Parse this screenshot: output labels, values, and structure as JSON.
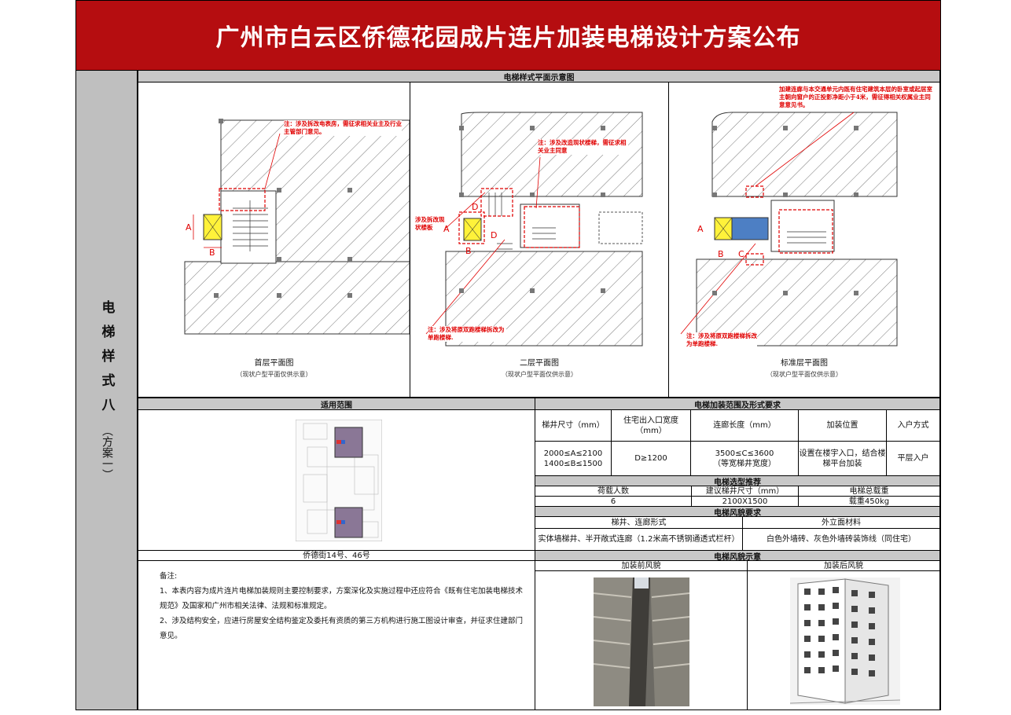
{
  "title": "广州市白云区侨德花园成片连片加装电梯设计方案公布",
  "sidebar": {
    "label_main": "电梯样式八",
    "label_sub": "（方案一）"
  },
  "plan_section": {
    "header": "电梯样式平面示意图",
    "panels": [
      {
        "title": "首层平面图",
        "subtitle": "（现状户型平面仅供示意）",
        "note_top": "注：涉及拆改电表房，需征求相关业主及行业主管部门意见。"
      },
      {
        "title": "二层平面图",
        "subtitle": "（现状户型平面仅供示意）",
        "note_top": "注：涉及改造现状楼梯，需征求相关业主同意",
        "note_left": "涉及拆改现状楼板",
        "note_bottom": "注：涉及将原双跑楼梯拆改为单跑楼梯."
      },
      {
        "title": "标准层平面图",
        "subtitle": "（现状户型平面仅供示意）",
        "note_top": "加建连廊与本交通单元内既有住宅建筑本层的卧室或起居室主朝向窗户的正投影净距小于4米，需征得相关权属业主同意意见书。",
        "note_bottom": "注：涉及将原双跑楼梯拆改为单跑楼梯."
      }
    ],
    "dim_labels": {
      "a": "A",
      "b": "B",
      "c": "C",
      "d": "D"
    }
  },
  "scope": {
    "header": "适用范围",
    "address": "侨德街14号、46号"
  },
  "requirements": {
    "header": "电梯加装范围及形式要求",
    "columns": [
      "梯井尺寸（mm）",
      "住宅出入口宽度（mm）",
      "连廊长度（mm）",
      "加装位置",
      "入户方式"
    ],
    "row": [
      "2000≤A≤2100\n1400≤B≤1500",
      "D≥1200",
      "3500≤C≤3600\n（等宽梯井宽度）",
      "设置在楼宇入口，结合楼梯平台加装",
      "平层入户"
    ]
  },
  "selection": {
    "header": "电梯选型推荐",
    "columns": [
      "荷载人数",
      "建议梯井尺寸（mm）",
      "电梯总载重"
    ],
    "row": [
      "6",
      "2100X1500",
      "载重450kg"
    ]
  },
  "style_req": {
    "header": "电梯风貌要求",
    "columns": [
      "梯井、连廊形式",
      "外立面材料"
    ],
    "row": [
      "实体墙梯井、半开敞式连廊（1.2米高不锈钢通透式栏杆）",
      "白色外墙砖、灰色外墙砖装饰线（同住宅）"
    ]
  },
  "style_demo": {
    "header": "电梯风貌示意",
    "before": "加装前风貌",
    "after": "加装后风貌"
  },
  "notes": {
    "heading": "备注:",
    "items": [
      "1、本表内容为成片连片电梯加装规则主要控制要求，方案深化及实施过程中还应符合《既有住宅加装电梯技术规范》及国家和广州市相关法律、法规和标准规定。",
      "2、涉及结构安全，应进行房屋安全结构鉴定及委托有资质的第三方机构进行施工图设计审查，并征求住建部门意见。"
    ]
  },
  "colors": {
    "banner": "#b50d10",
    "header_fill": "#c8c8c8",
    "annotation": "#e00000",
    "sidebar": "#bfbfbf"
  }
}
